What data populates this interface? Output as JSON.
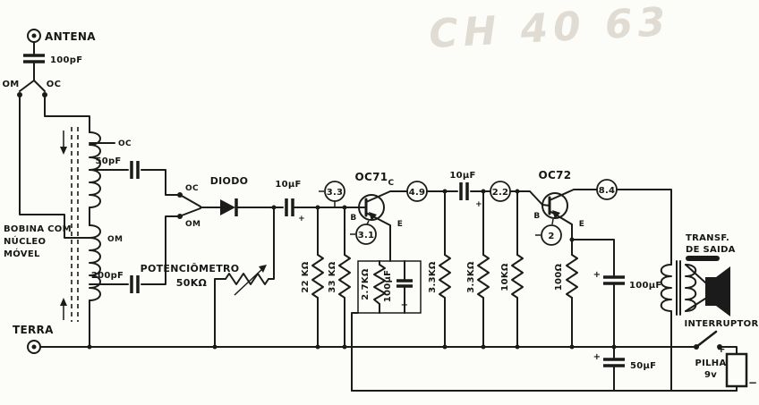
{
  "watermark": "CH 40 63",
  "antenna": {
    "label": "ANTENA",
    "cap": "100pF",
    "om": "OM",
    "oc": "OC"
  },
  "coil": {
    "line1": "BOBINA COM",
    "line2": "NÚCLEO",
    "line3": "MÓVEL",
    "tap_oc": "OC",
    "tap_om": "OM",
    "cap_oc": "50pF",
    "cap_om": "200pF",
    "sw_oc": "OC",
    "sw_om": "OM"
  },
  "ground": {
    "label": "TERRA"
  },
  "detector": {
    "diode": "DIODO",
    "pot_line1": "POTENCIÔMETRO",
    "pot_line2": "50KΩ"
  },
  "stage1": {
    "cap_in": "10μF",
    "v_base": "3.3",
    "name": "OC71",
    "pin_b": "B",
    "pin_c": "C",
    "pin_e": "E",
    "v_emitter": "3.1",
    "v_collector": "4.9",
    "r_bias_upper": "22 KΩ",
    "r_bias_lower": "33 KΩ",
    "r_emitter": "2.7KΩ",
    "c_bypass": "100μF",
    "r_load": "3.3KΩ"
  },
  "stage2": {
    "cap_in": "10μF",
    "v_base": "2.2",
    "name": "OC72",
    "pin_b": "B",
    "pin_e": "E",
    "v_emitter": "2",
    "v_collector": "8.4",
    "r_bias_upper": "3.3KΩ",
    "r_bias_lower": "10KΩ",
    "r_emitter": "100Ω",
    "c_bypass": "100μF"
  },
  "output": {
    "transf_line1": "TRANSF.",
    "transf_line2": "DE SAIDA"
  },
  "power": {
    "switch": "INTERRUPTOR",
    "battery_name": "PILHA",
    "battery_voltage": "9v",
    "filter_cap": "50μF",
    "plus": "+",
    "minus": "−"
  }
}
